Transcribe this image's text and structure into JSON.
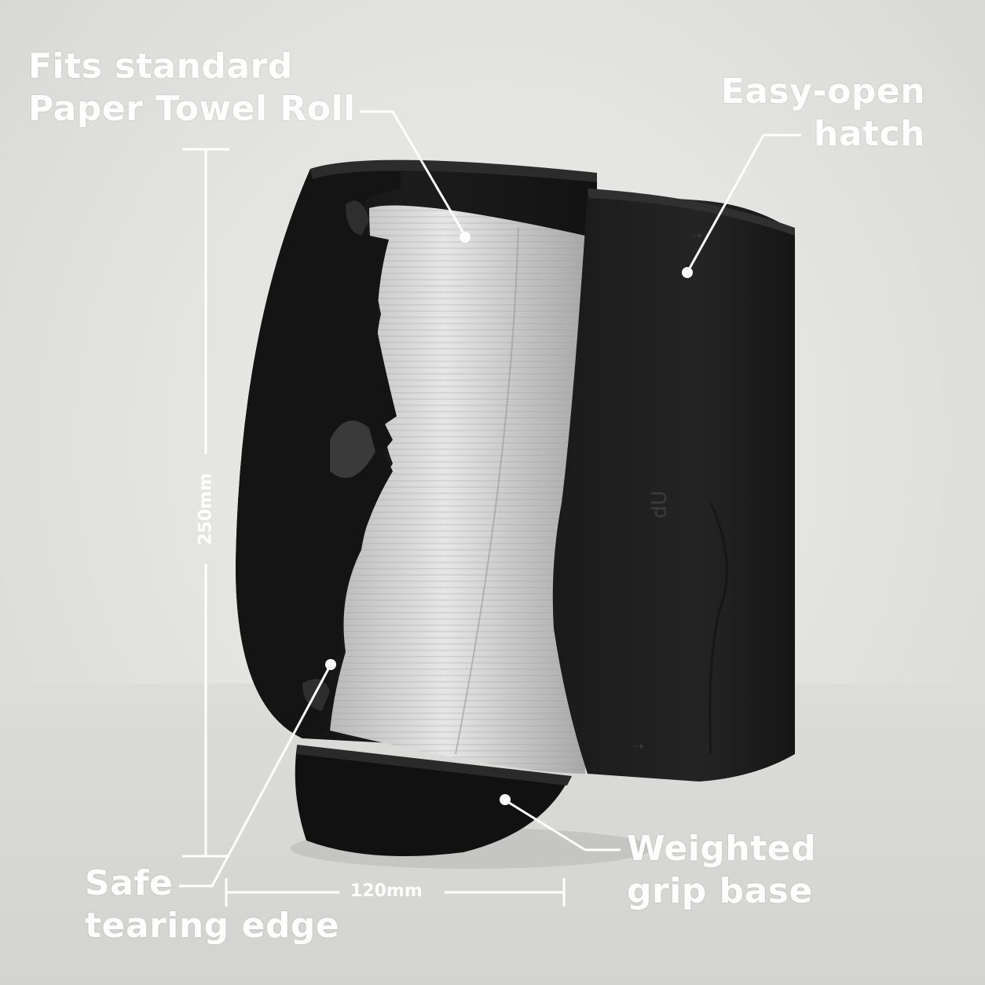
{
  "callouts": {
    "roll": {
      "line1": "Fits standard",
      "line2": "Paper Towel Roll"
    },
    "hatch": {
      "line1": "Easy-open",
      "line2": "hatch"
    },
    "base": {
      "line1": "Weighted",
      "line2": "grip base"
    },
    "edge": {
      "line1": "Safe",
      "line2": "tearing edge"
    }
  },
  "dimensions": {
    "height": "250mm",
    "width": "120mm"
  },
  "colors": {
    "body": "#151515",
    "towel": "#d9d9d9",
    "annotation": "#ffffff",
    "background": "#e4e4e2"
  },
  "icons": [
    "paper-towel-holder-illustration",
    "brand-logo-mark",
    "arrow-mark"
  ]
}
